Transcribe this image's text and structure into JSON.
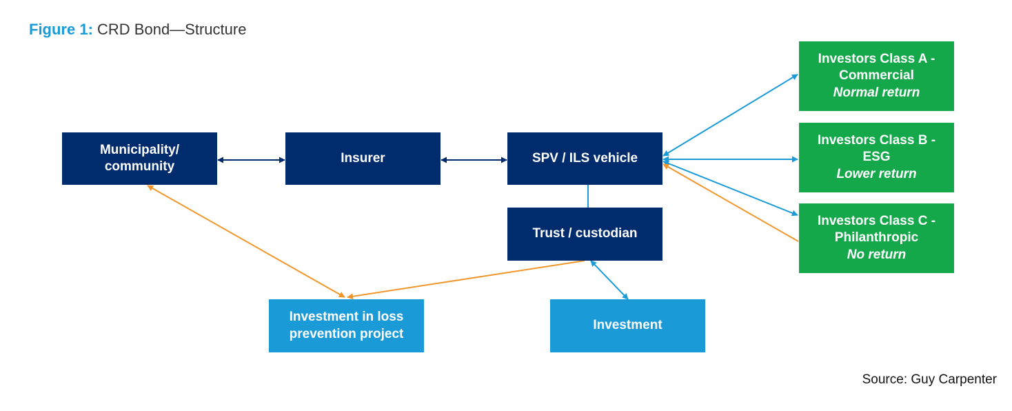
{
  "title": {
    "figure_label": "Figure 1:",
    "text": "CRD Bond—Structure"
  },
  "nodes": {
    "municipality": {
      "line1": "Municipality/",
      "line2": "community"
    },
    "insurer": {
      "label": "Insurer"
    },
    "spv": {
      "label": "SPV / ILS vehicle"
    },
    "trust": {
      "label": "Trust / custodian"
    },
    "loss_prevention": {
      "line1": "Investment in loss",
      "line2": "prevention project"
    },
    "investment": {
      "label": "Investment"
    },
    "class_a": {
      "line1": "Investors Class A -",
      "line2": "Commercial",
      "return": "Normal return"
    },
    "class_b": {
      "line1": "Investors Class B -",
      "line2": "ESG",
      "return": "Lower return"
    },
    "class_c": {
      "line1": "Investors Class C -",
      "line2": "Philanthropic",
      "return": "No return"
    }
  },
  "colors": {
    "navy": "#002c6e",
    "light_blue": "#1a9bd7",
    "green": "#14a84b",
    "orange_arrow": "#f0962a",
    "blue_arrow": "#1a9bd7",
    "navy_arrow": "#002c6e"
  },
  "source": "Source: Guy Carpenter"
}
